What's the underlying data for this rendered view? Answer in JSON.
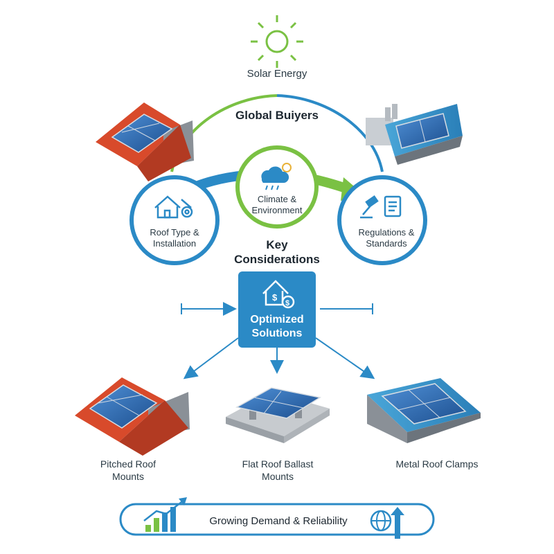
{
  "header": {
    "solar_label": "Solar Energy",
    "buyers_label": "Global Buiyers"
  },
  "considerations": {
    "title_line1": "Key",
    "title_line2": "Considerations",
    "climate_line1": "Climate &",
    "climate_line2": "Environment",
    "roof_line1": "Roof Type &",
    "roof_line2": "Installation",
    "regulations_line1": "Regulations &",
    "regulations_line2": "Standards"
  },
  "solutions": {
    "title_line1": "Optimized",
    "title_line2": "Solutions"
  },
  "mounts": [
    {
      "line1": "Pitched Roof",
      "line2": "Mounts"
    },
    {
      "line1": "Flat Roof Ballast",
      "line2": "Mounts"
    },
    {
      "line1": "Metal Roof Clamps",
      "line2": ""
    }
  ],
  "footer": {
    "demand_label": "Growing Demand & Reliability"
  },
  "colors": {
    "blue": "#2b8ac6",
    "green": "#7ac143",
    "red_tile": "#d84a2b",
    "panel": "#2f6fb4"
  }
}
